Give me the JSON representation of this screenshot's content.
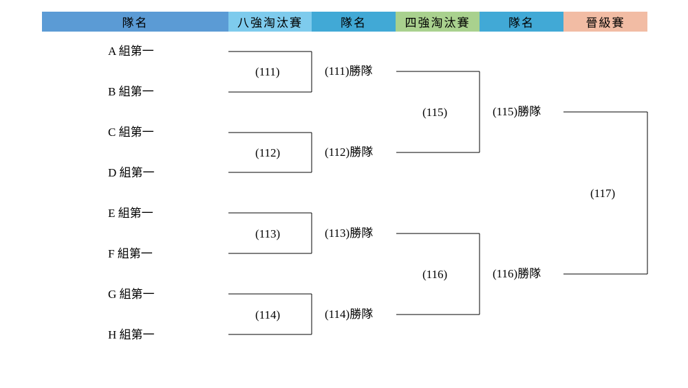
{
  "header": {
    "col1": "隊名",
    "col2": "八強淘汰賽",
    "col3": "隊名",
    "col4": "四強淘汰賽",
    "col5": "隊名",
    "col6": "晉級賽",
    "colors": {
      "col1": "#5b9bd5",
      "col2": "#7ecbed",
      "col3": "#41a9d6",
      "col4": "#a9d18e",
      "col5": "#41a9d6",
      "col6": "#f2bca4"
    }
  },
  "teams": [
    "A 組第一",
    "B 組第一",
    "C 組第一",
    "D 組第一",
    "E 組第一",
    "F 組第一",
    "G 組第一",
    "H 組第一"
  ],
  "round8": {
    "matches": [
      "(111)",
      "(112)",
      "(113)",
      "(114)"
    ],
    "winners": [
      "(111)勝隊",
      "(112)勝隊",
      "(113)勝隊",
      "(114)勝隊"
    ]
  },
  "round4": {
    "matches": [
      "(115)",
      "(116)"
    ],
    "winners": [
      "(115)勝隊",
      "(116)勝隊"
    ]
  },
  "final": {
    "match": "(117)"
  }
}
